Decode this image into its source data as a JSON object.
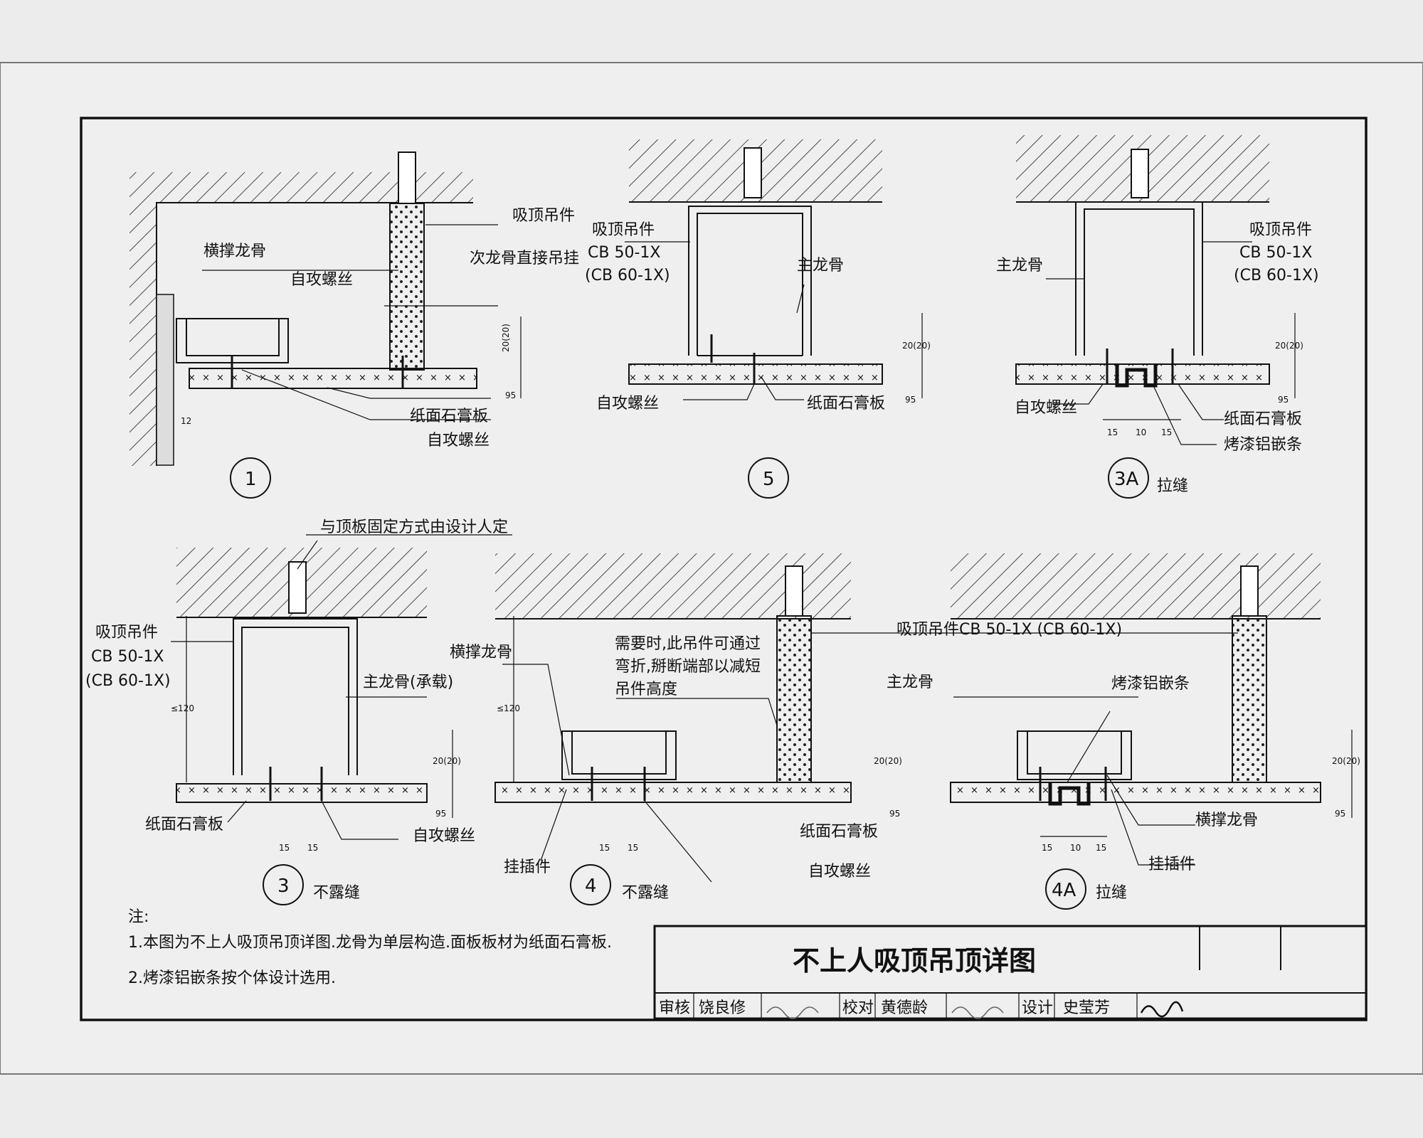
{
  "title": "不上人吸顶吊顶详图",
  "notes": {
    "heading": "注:",
    "line1": "1.本图为不上人吸顶吊顶详图.龙骨为单层构造.面板板材为纸面石膏板.",
    "line2": "2.烤漆铝嵌条按个体设计选用."
  },
  "title_block": [
    "审核",
    "饶良修",
    "校对",
    "黄德龄",
    "设计",
    "史莹芳"
  ],
  "details": {
    "d1": {
      "id": "1",
      "labels": [
        "吸顶吊件",
        "横撑龙骨",
        "自攻螺丝",
        "次龙骨直接吊挂",
        "纸面石膏板",
        "自攻螺丝"
      ],
      "dims": [
        "20(20)",
        "95",
        "12"
      ]
    },
    "d5": {
      "id": "5",
      "labels": [
        "吸顶吊件",
        "CB 50-1X",
        "(CB 60-1X)",
        "主龙骨",
        "自攻螺丝",
        "纸面石膏板"
      ],
      "dims": [
        "20(20)",
        "95"
      ]
    },
    "d3a": {
      "id": "3A",
      "caption": "拉缝",
      "labels": [
        "主龙骨",
        "吸顶吊件",
        "CB 50-1X",
        "(CB 60-1X)",
        "自攻螺丝",
        "纸面石膏板",
        "烤漆铝嵌条"
      ],
      "dims": [
        "20(20)",
        "95",
        "15",
        "10",
        "15"
      ]
    },
    "d3": {
      "id": "3",
      "caption": "不露缝",
      "labels": [
        "与顶板固定方式由设计人定",
        "吸顶吊件",
        "CB 50-1X",
        "(CB 60-1X)",
        "主龙骨(承载)",
        "纸面石膏板",
        "自攻螺丝"
      ],
      "dims": [
        "≤120",
        "20(20)",
        "95",
        "15",
        "15"
      ]
    },
    "d4": {
      "id": "4",
      "caption": "不露缝",
      "labels": [
        "横撑龙骨",
        "需要时,此吊件可通过",
        "弯折,掰断端部以减短",
        "吊件高度",
        "挂插件",
        "纸面石膏板",
        "自攻螺丝"
      ],
      "dims": [
        "≤120",
        "20(20)",
        "95",
        "15",
        "15"
      ]
    },
    "d4a": {
      "id": "4A",
      "caption": "拉缝",
      "labels": [
        "吸顶吊件CB 50-1X (CB 60-1X)",
        "主龙骨",
        "烤漆铝嵌条",
        "横撑龙骨",
        "挂插件"
      ],
      "dims": [
        "20(20)",
        "95",
        "15",
        "10",
        "15"
      ]
    }
  }
}
